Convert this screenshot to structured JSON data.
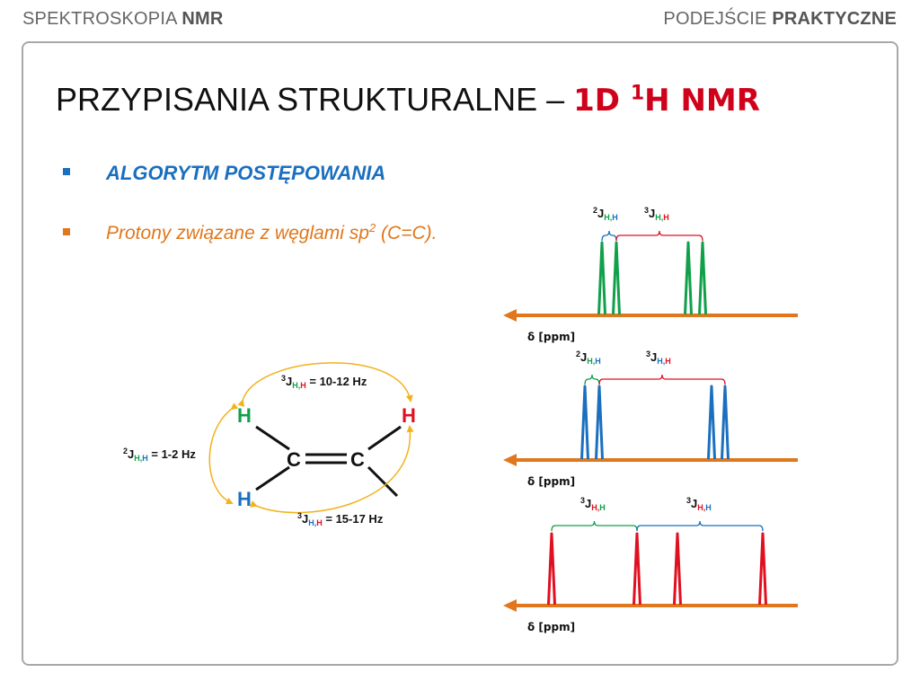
{
  "header": {
    "left_light": "SPEKTROSKOPIA ",
    "left_bold": "NMR",
    "right_light": "PODEJŚCIE ",
    "right_bold": "PRAKTYCZNE"
  },
  "title": {
    "prefix": "PRZYPISANIA STRUKTURALNE – ",
    "red_1": "1D ",
    "red_sup": "1",
    "red_2": "H NMR"
  },
  "bullets": {
    "b1": "ALGORYTM POSTĘPOWANIA",
    "b2_pre": "Protony związane z węglami sp",
    "b2_sup": "2",
    "b2_post": " (C=C)."
  },
  "molecule": {
    "h_top_left": "H",
    "h_top_right": "H",
    "h_bottom_left": "H",
    "carbon": "C",
    "j_top": {
      "sup": "3",
      "main": "J",
      "sub1": "H,",
      "sub2": "H",
      "value": " = 10-12 Hz"
    },
    "j_left": {
      "sup": "2",
      "main": "J",
      "sub1": "H,",
      "sub2": "H",
      "value": " = 1-2 Hz"
    },
    "j_bottom": {
      "sup": "3",
      "main": "J",
      "sub1": "H,",
      "sub2": "H",
      "value": " = 15-17 Hz"
    }
  },
  "colors": {
    "green": "#11a04a",
    "blue": "#1a6fbf",
    "red": "#e01020",
    "orange": "#e0771c",
    "arc": "#f2b21d"
  },
  "chart_data": [
    {
      "type": "line",
      "title": "",
      "xlabel": "δ [ppm]",
      "series_color": "green",
      "peaks_relative": [
        0,
        16,
        96,
        112
      ],
      "annotations": [
        {
          "sup": "2",
          "main": "J",
          "sub": "H,H",
          "sub_colors": [
            "green",
            "blue"
          ],
          "bracket_color": "blue"
        },
        {
          "sup": "3",
          "main": "J",
          "sub": "H,H",
          "sub_colors": [
            "green",
            "red"
          ],
          "bracket_color": "red"
        }
      ]
    },
    {
      "type": "line",
      "title": "",
      "xlabel": "δ [ppm]",
      "series_color": "blue",
      "peaks_relative": [
        0,
        16,
        141,
        156
      ],
      "annotations": [
        {
          "sup": "2",
          "main": "J",
          "sub": "H,H",
          "sub_colors": [
            "green",
            "blue"
          ],
          "bracket_color": "green"
        },
        {
          "sup": "3",
          "main": "J",
          "sub": "H,H",
          "sub_colors": [
            "blue",
            "red"
          ],
          "bracket_color": "red"
        }
      ]
    },
    {
      "type": "line",
      "title": "",
      "xlabel": "δ [ppm]",
      "series_color": "red",
      "peaks_relative": [
        0,
        95,
        140,
        235
      ],
      "annotations": [
        {
          "sup": "3",
          "main": "J",
          "sub": "H,H",
          "sub_colors": [
            "red",
            "green"
          ],
          "bracket_color": "green"
        },
        {
          "sup": "3",
          "main": "J",
          "sub": "H,H",
          "sub_colors": [
            "red",
            "blue"
          ],
          "bracket_color": "blue"
        }
      ]
    }
  ]
}
